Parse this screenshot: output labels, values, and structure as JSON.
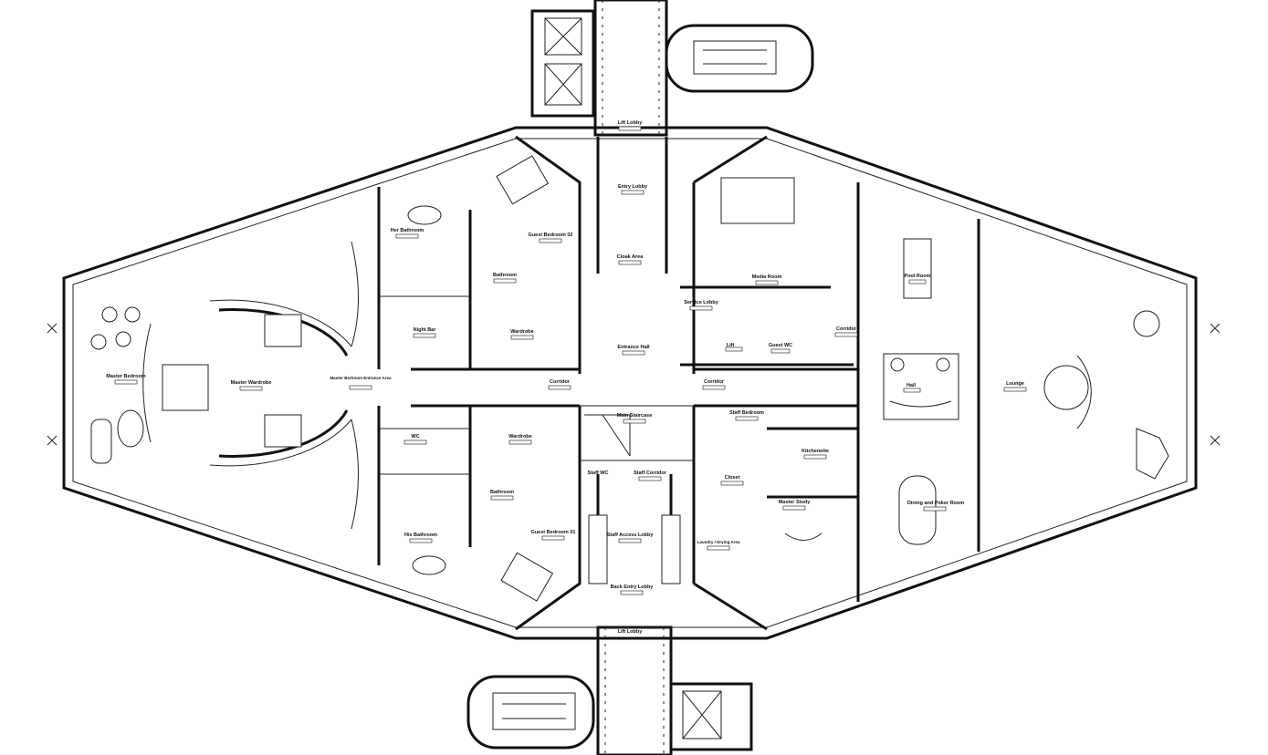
{
  "plan": {
    "rooms": {
      "lift_lobby_north": "Lift Lobby",
      "entry_lobby": "Entry Lobby",
      "cloak_area": "Cloak Area",
      "entrance_hall": "Entrance Hall",
      "corridor_west": "Corridor",
      "corridor_east": "Corridor",
      "corridor_service": "Corridor",
      "guest_bedroom_02": "Guest Bedroom 02",
      "her_bathroom": "Her Bathroom",
      "bathroom_north": "Bathroom",
      "night_bar": "Night Bar",
      "wardrobe_north": "Wardrobe",
      "master_bedroom": "Master Bedroom",
      "master_wardrobe": "Master Wardrobe",
      "master_bedroom_entrance": "Master Bedroom Entrance Area",
      "wc": "WC",
      "wardrobe_south": "Wardrobe",
      "bathroom_south": "Bathroom",
      "his_bathroom": "His Bathroom",
      "guest_bedroom_01": "Guest Bedroom 01",
      "main_staircase": "Main Staircase",
      "staff_wc": "Staff WC",
      "staff_corridor": "Staff Corridor",
      "staff_access_lobby": "Staff Access Lobby",
      "back_entry_lobby": "Back Entry Lobby",
      "lift_lobby_south": "Lift Lobby",
      "staff_bedroom": "Staff Bedroom",
      "closet": "Closet",
      "laundry": "Laundry / Drying Area",
      "media_room": "Media Room",
      "service_lobby": "Service Lobby",
      "lift": "Lift",
      "guest_wc": "Guest WC",
      "kitchenette": "Kitchenette",
      "master_study": "Master Study",
      "pool_room": "Pool Room",
      "hall": "Hall",
      "lounge": "Lounge",
      "dining_poker": "Dining and Poker Room"
    }
  }
}
